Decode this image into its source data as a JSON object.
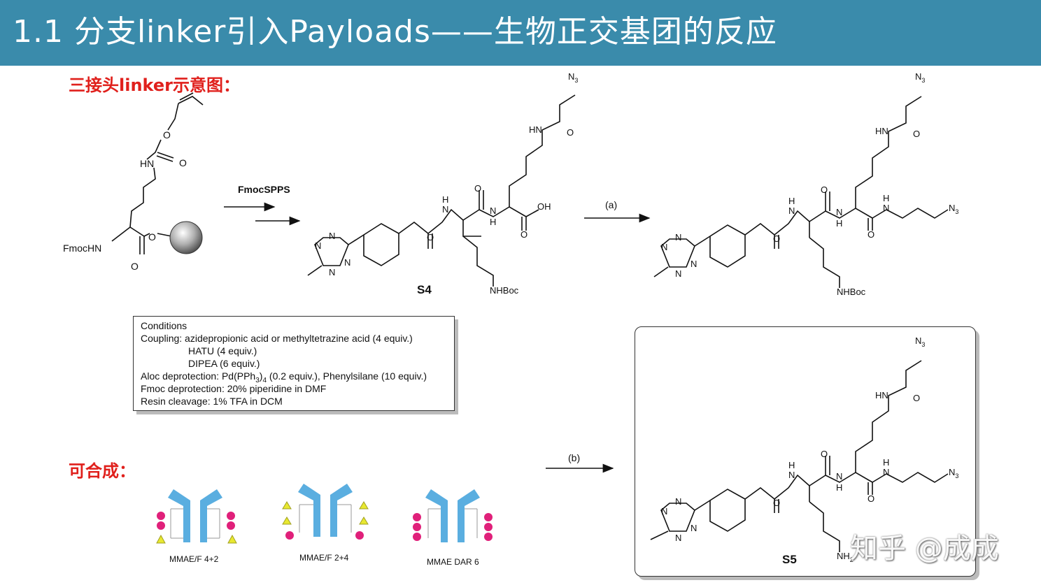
{
  "title": "1.1 分支linker引入Payloads——生物正交基团的反应",
  "labels": {
    "trivalent_linker": "三接头linker示意图：",
    "can_synthesize": "可合成："
  },
  "scheme": {
    "reagent_fmocspps": "FmocSPPS",
    "step_a": "(a)",
    "step_b": "(b)",
    "compound_s4": "S4",
    "compound_s5": "S5",
    "fmochn": "FmocHN",
    "nhboc": "NHBoc",
    "nh2": "NH",
    "sub2": "2",
    "oh": "OH",
    "hn": "HN",
    "nh": "NH",
    "h": "H",
    "n": "N",
    "o": "O",
    "n3_main": "N",
    "n3_sub": "3"
  },
  "conditions": {
    "header": "Conditions",
    "lines": {
      "l1": "Coupling: azidepropionic acid or methyltetrazine acid (4 equiv.)",
      "l2": "HATU (4 equiv.)",
      "l3": "DIPEA (6 equiv.)",
      "l4a": "Aloc deprotection: Pd(PPh",
      "l4sub1": "3",
      "l4c": ")",
      "l4sub2": "4",
      "l4b": " (0.2 equiv.), Phenylsilane (10 equiv.)",
      "l5": "Fmoc deprotection: 20% piperidine in DMF",
      "l6": "Resin cleavage: 1% TFA in DCM"
    }
  },
  "adcs": [
    {
      "label": "MMAE/F 4+2"
    },
    {
      "label": "MMAE/F 2+4"
    },
    {
      "label": "MMAE DAR 6"
    }
  ],
  "watermark": "知乎 @成成",
  "colors": {
    "title_bar": "#3a8bab",
    "red_label": "#e0201c",
    "antibody": "#5aaee0",
    "payload_pink": "#e0207a",
    "payload_yellow": "#e8e830"
  }
}
